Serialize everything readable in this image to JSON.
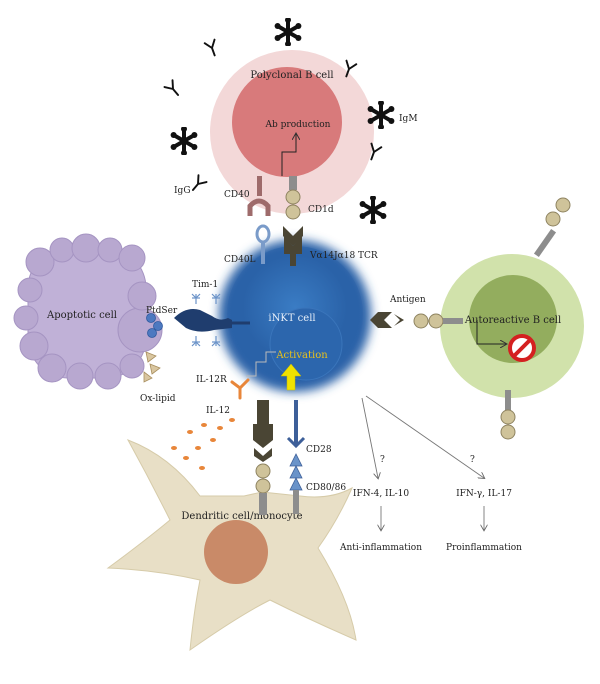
{
  "cells": {
    "polyclonal_b": "Polyclonal B cell",
    "inkt": "iNKT cell",
    "autoreactive_b": "Autoreactive B cell",
    "apoptotic": "Apoptotic cell",
    "dendritic": "Dendritic cell/monocyte"
  },
  "labels": {
    "ab_production": "Ab production",
    "igm": "IgM",
    "igg": "IgG",
    "cd40": "CD40",
    "cd1d": "CD1d",
    "cd40l": "CD40L",
    "tcr": "Vα14Jα18 TCR",
    "tim1": "Tim-1",
    "ptdser": "PtdSer",
    "oxlipid": "Ox-lipid",
    "antigen": "Antigen",
    "activation": "Activation",
    "il12r": "IL-12R",
    "il12": "IL-12",
    "cd28": "CD28",
    "cd8086": "CD80/86"
  },
  "outputs": {
    "q_left": "?",
    "q_right": "?",
    "left_cytokines": "IFN-4, IL-10",
    "left_effect": "Anti-inflammation",
    "right_cytokines": "IFN-γ, IL-17",
    "right_effect": "Proinflammation"
  },
  "colors": {
    "inkt_blue": "#2f6fb5",
    "polyclonal_outer": "#f3d7d7",
    "polyclonal_inner": "#d9797a",
    "autoreactive_outer": "#cfe0a6",
    "autoreactive_inner": "#92ad5c",
    "apoptotic": "#b9a9cf",
    "dendritic": "#e8dfc6",
    "dendritic_nucleus": "#c98a68",
    "receptor_dark": "#4a4534",
    "bead": "#cfc39a",
    "activation_text": "#e9c21a",
    "arrow_yellow": "#f0e200",
    "il12_orange": "#e8863a",
    "block_red": "#d42020"
  },
  "icons": [
    "ige-snowflake-icon",
    "antibody-y-icon",
    "inhibition-sign-icon"
  ]
}
